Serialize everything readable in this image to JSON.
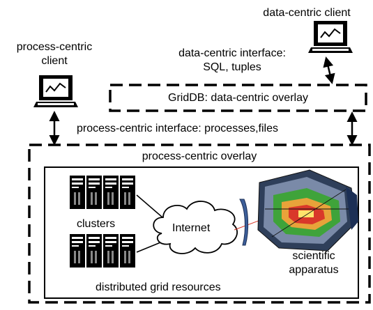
{
  "clients": {
    "data_centric": "data-centric client",
    "process_centric_line1": "process-centric",
    "process_centric_line2": "client"
  },
  "interfaces": {
    "data_centric_line1": "data-centric interface:",
    "data_centric_line2": "SQL, tuples",
    "process_centric": "process-centric interface: processes,files"
  },
  "overlays": {
    "data_centric": "GridDB: data-centric overlay",
    "process_centric": "process-centric overlay"
  },
  "resources": {
    "clusters": "clusters",
    "internet": "Internet",
    "apparatus_line1": "scientific",
    "apparatus_line2": "apparatus",
    "box_label": "distributed grid resources"
  },
  "colors": {
    "stroke": "#000000",
    "detector_green": "#3fa33a",
    "detector_red": "#d9382a",
    "detector_orange": "#e8a33a",
    "detector_blue": "#3d5f9a",
    "laptop_screen": "#ffffff"
  },
  "icons": [
    "laptop-icon",
    "server-rack-icon",
    "cloud-icon",
    "particle-detector-icon",
    "double-arrow-icon"
  ]
}
